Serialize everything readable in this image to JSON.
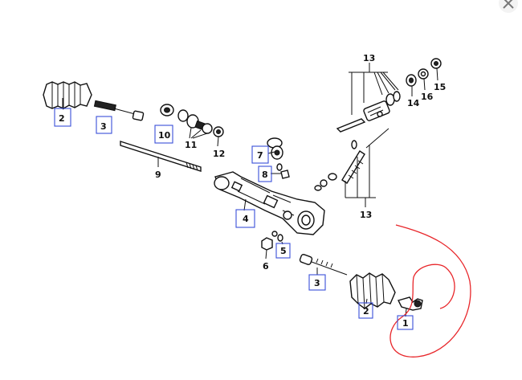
{
  "diagram": {
    "callouts": [
      {
        "id": "c2-left",
        "text": "2",
        "boxed": true
      },
      {
        "id": "c3-left",
        "text": "3",
        "boxed": true
      },
      {
        "id": "c10",
        "text": "10",
        "boxed": true
      },
      {
        "id": "c11",
        "text": "11",
        "boxed": false
      },
      {
        "id": "c12",
        "text": "12",
        "boxed": false
      },
      {
        "id": "c9",
        "text": "9",
        "boxed": false
      },
      {
        "id": "c7",
        "text": "7",
        "boxed": true
      },
      {
        "id": "c8",
        "text": "8",
        "boxed": true
      },
      {
        "id": "c4",
        "text": "4",
        "boxed": true
      },
      {
        "id": "c6",
        "text": "6",
        "boxed": false
      },
      {
        "id": "c5",
        "text": "5",
        "boxed": true
      },
      {
        "id": "c3-right",
        "text": "3",
        "boxed": true
      },
      {
        "id": "c2-right",
        "text": "2",
        "boxed": true
      },
      {
        "id": "c1",
        "text": "1",
        "boxed": true
      },
      {
        "id": "c13-top",
        "text": "13",
        "boxed": false
      },
      {
        "id": "c13-bottom",
        "text": "13",
        "boxed": false
      },
      {
        "id": "c14",
        "text": "14",
        "boxed": false
      },
      {
        "id": "c15",
        "text": "15",
        "boxed": false
      },
      {
        "id": "c16",
        "text": "16",
        "boxed": false
      }
    ],
    "box_color": "#3a4fd8",
    "annotation_color": "#e8262a",
    "close_icon": "close-icon"
  }
}
